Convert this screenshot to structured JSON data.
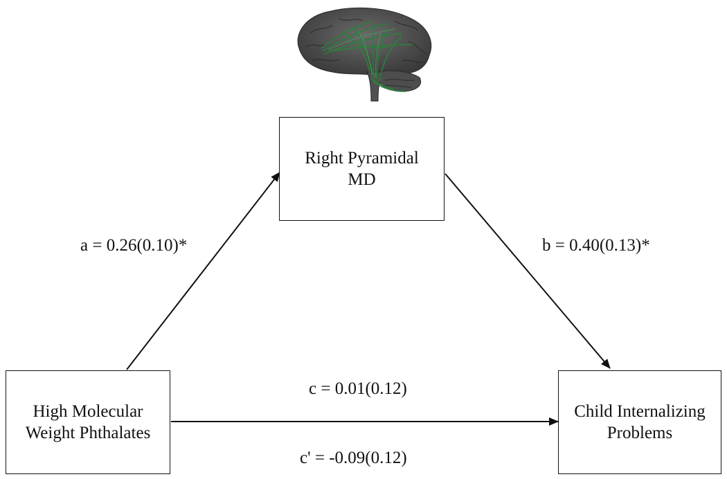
{
  "diagram": {
    "mediator": {
      "line1": "Right Pyramidal",
      "line2": "MD"
    },
    "predictor": {
      "line1": "High Molecular",
      "line2": "Weight Phthalates"
    },
    "outcome": {
      "line1": "Child Internalizing",
      "line2": "Problems"
    },
    "paths": {
      "a": "a = 0.26(0.10)*",
      "b": "b = 0.40(0.13)*",
      "c": "c = 0.01(0.12)",
      "c_prime": "c' = -0.09(0.12)"
    }
  },
  "colors": {
    "tract": "#2e7d3e",
    "brain": "#4a4a4a",
    "line": "#111111"
  },
  "icons": {
    "header_image": "brain-tractography-icon"
  }
}
